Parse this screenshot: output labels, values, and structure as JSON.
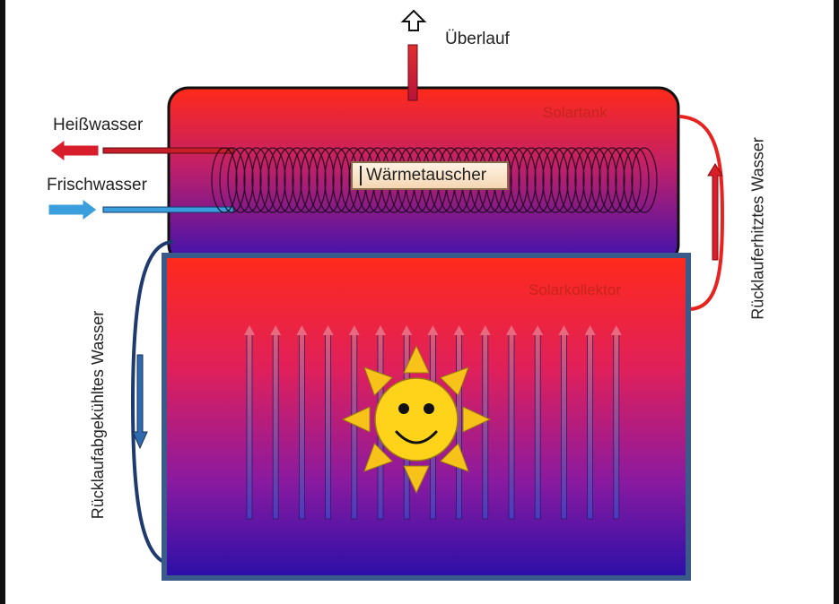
{
  "labels": {
    "overflow": "Überlauf",
    "tank": "Solartank",
    "hot_water": "Heißwasser",
    "fresh_water": "Frischwasser",
    "heat_exchanger": "Wärmetauscher",
    "collector": "Solarkollektor",
    "return_heated": "Rücklauferhitztes Wasser",
    "return_cooled": "Rücklaufabgekühltes Wasser"
  },
  "colors": {
    "hot": "#ff2a1a",
    "cold": "#2a0fa8",
    "hot_arrow": "#d81e2a",
    "cold_arrow": "#3a9fdc",
    "return_hot_pipe": "#e8231f",
    "return_cold_pipe": "#1f3a6e",
    "sun": "#ffd31a"
  },
  "icons": [
    "overflow-up-arrow-icon",
    "sun-icon"
  ]
}
